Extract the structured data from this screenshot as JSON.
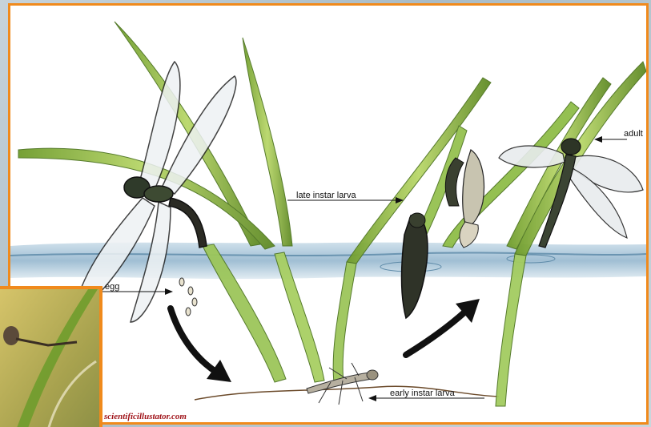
{
  "labels": {
    "egg": "egg",
    "early_instar_larva": "early instar larva",
    "late_instar_larva": "late instar larva",
    "adult": "adult"
  },
  "credit": "scientificillustator.com",
  "colors": {
    "frame_border": "#f08a1c",
    "credit_text": "#a0141a",
    "grass_green": "#8dbf3f",
    "water_blue": "#7aa6c4",
    "arrow_black": "#111111"
  },
  "icons": {
    "arrow_down": "curved-arrow-down-icon",
    "arrow_up": "curved-arrow-up-icon",
    "pointer": "label-pointer-arrow-icon"
  }
}
